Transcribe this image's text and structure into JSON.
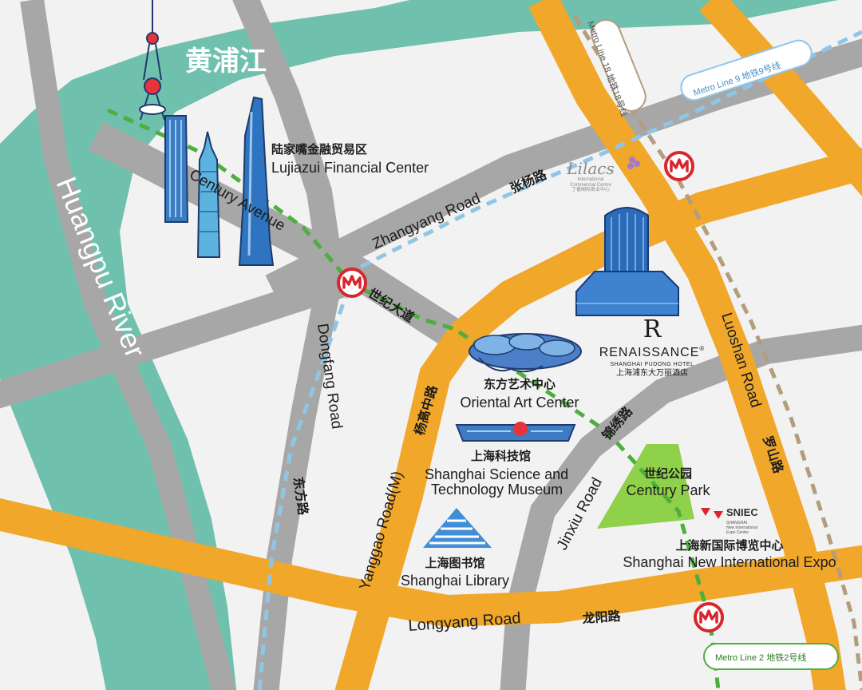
{
  "water": {
    "huangpu_zh": "黄浦江",
    "huangpu_en": "Huangpu River"
  },
  "roads": {
    "century_avenue_en": "Century Avenue",
    "century_avenue_zh": "世纪大道",
    "zhangyang_en": "Zhangyang Road",
    "zhangyang_zh": "张杨路",
    "dongfang_en": "Dongfang Road",
    "dongfang_zh": "东方路",
    "yanggao_en": "Yanggao Road(M)",
    "yanggao_zh": "杨高中路",
    "jinxiu_en": "Jinxiu Road",
    "jinxiu_zh": "锦绣路",
    "luoshan_en": "Luoshan Road",
    "luoshan_zh": "罗山路",
    "longyang_en": "Longyang Road",
    "longyang_zh": "龙阳路"
  },
  "metro": {
    "line18": "Metro Line 18 地铁18号线",
    "line9": "Metro Line 9 地铁9号线",
    "line2": "Metro Line 2 地铁2号线"
  },
  "places": {
    "lujiazui": {
      "zh": "陆家嘴金融贸易区",
      "en": "Lujiazui Financial Center"
    },
    "oriental_art": {
      "zh": "东方艺术中心",
      "en": "Oriental Art Center"
    },
    "science_museum": {
      "zh": "上海科技馆",
      "en1": "Shanghai Science and",
      "en2": "Technology Museum"
    },
    "library": {
      "zh": "上海图书馆",
      "en": "Shanghai Library"
    },
    "century_park": {
      "zh": "世纪公园",
      "en": "Century Park"
    },
    "sniec": {
      "zh": "上海新国际博览中心",
      "en": "Shanghai New International Expo",
      "logo": "SNIEC",
      "logo_sub1": "SHANGHAI",
      "logo_sub2": "New International",
      "logo_sub3": "Expo Centre"
    }
  },
  "hotel": {
    "letter": "R",
    "name": "RENAISSANCE",
    "reg": "®",
    "sub": "SHANGHAI PUDONG HOTEL",
    "zh": "上海浦东大万丽酒店"
  },
  "lilacs": {
    "title": "Lilacs",
    "sub1": "International",
    "sub2": "Commercial Centre",
    "sub3": "丁香国际商业中心"
  },
  "colors": {
    "background": "#f2f2f2",
    "river": "#6fc1ad",
    "major_road": "#f0a72a",
    "minor_road": "#a7a7a7",
    "metro2": "#4caf3e",
    "metro9": "#8fc6e8",
    "metro18": "#b49c7e",
    "park": "#8fd14a",
    "metro_symbol": "#d8262d",
    "building_blue": "#2b6bb8"
  },
  "icons": [
    "metro-logo-icon",
    "oriental-pearl-tower-icon",
    "shanghai-tower-icon",
    "jinmao-tower-icon",
    "swfc-icon",
    "renaissance-hotel-building-icon",
    "oriental-art-center-icon",
    "science-museum-icon",
    "library-icon",
    "lilac-flower-icon",
    "sniec-logo-icon"
  ]
}
